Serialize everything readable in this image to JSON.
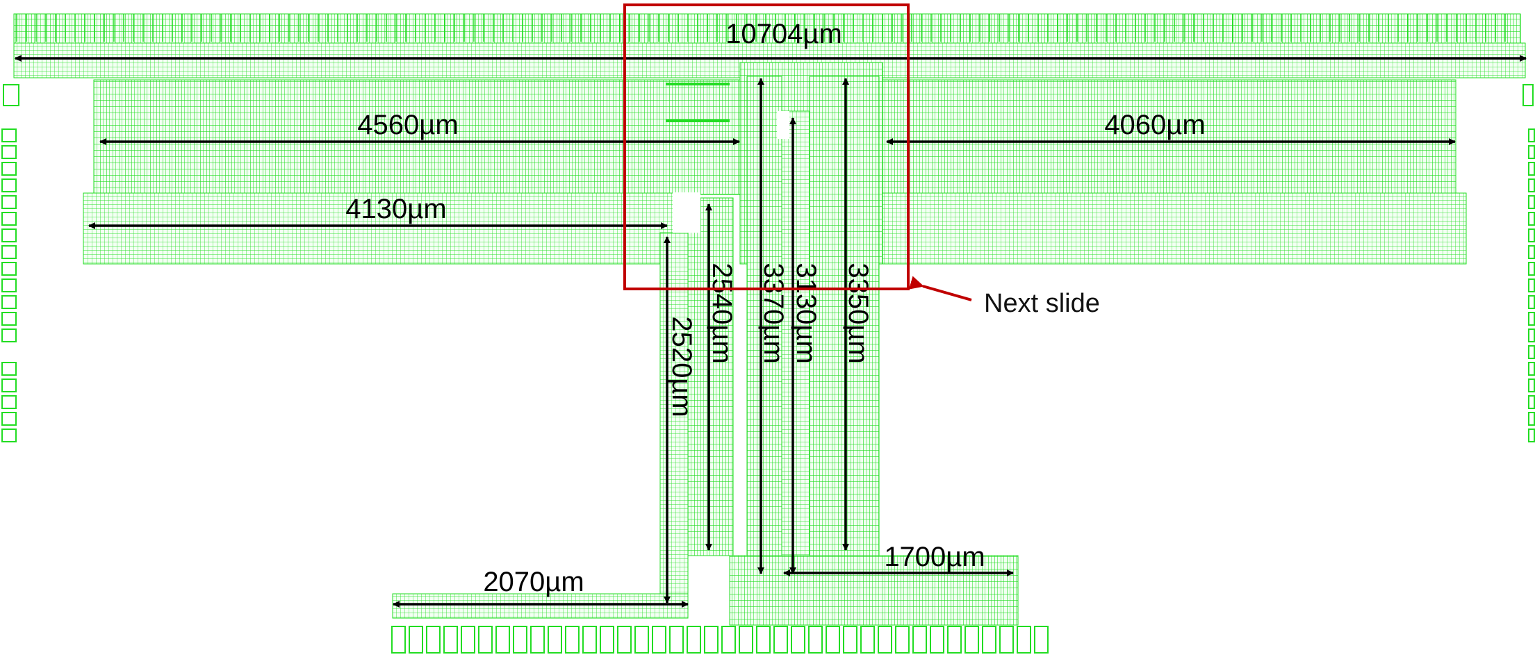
{
  "colors": {
    "layout_green": "#22dd22",
    "arrow": "#000000",
    "highlight_box": "#c00000",
    "background": "#ffffff"
  },
  "dimensions": {
    "top_width": "10704µm",
    "upper_left": "4560µm",
    "upper_right": "4060µm",
    "lower_left": "4130µm",
    "stem_left": "2520µm",
    "stem_a": "2540µm",
    "stem_b": "3370µm",
    "stem_c": "3130µm",
    "stem_d": "3350µm",
    "foot_left": "2070µm",
    "foot_right": "1700µm"
  },
  "callout": {
    "label": "Next slide"
  }
}
